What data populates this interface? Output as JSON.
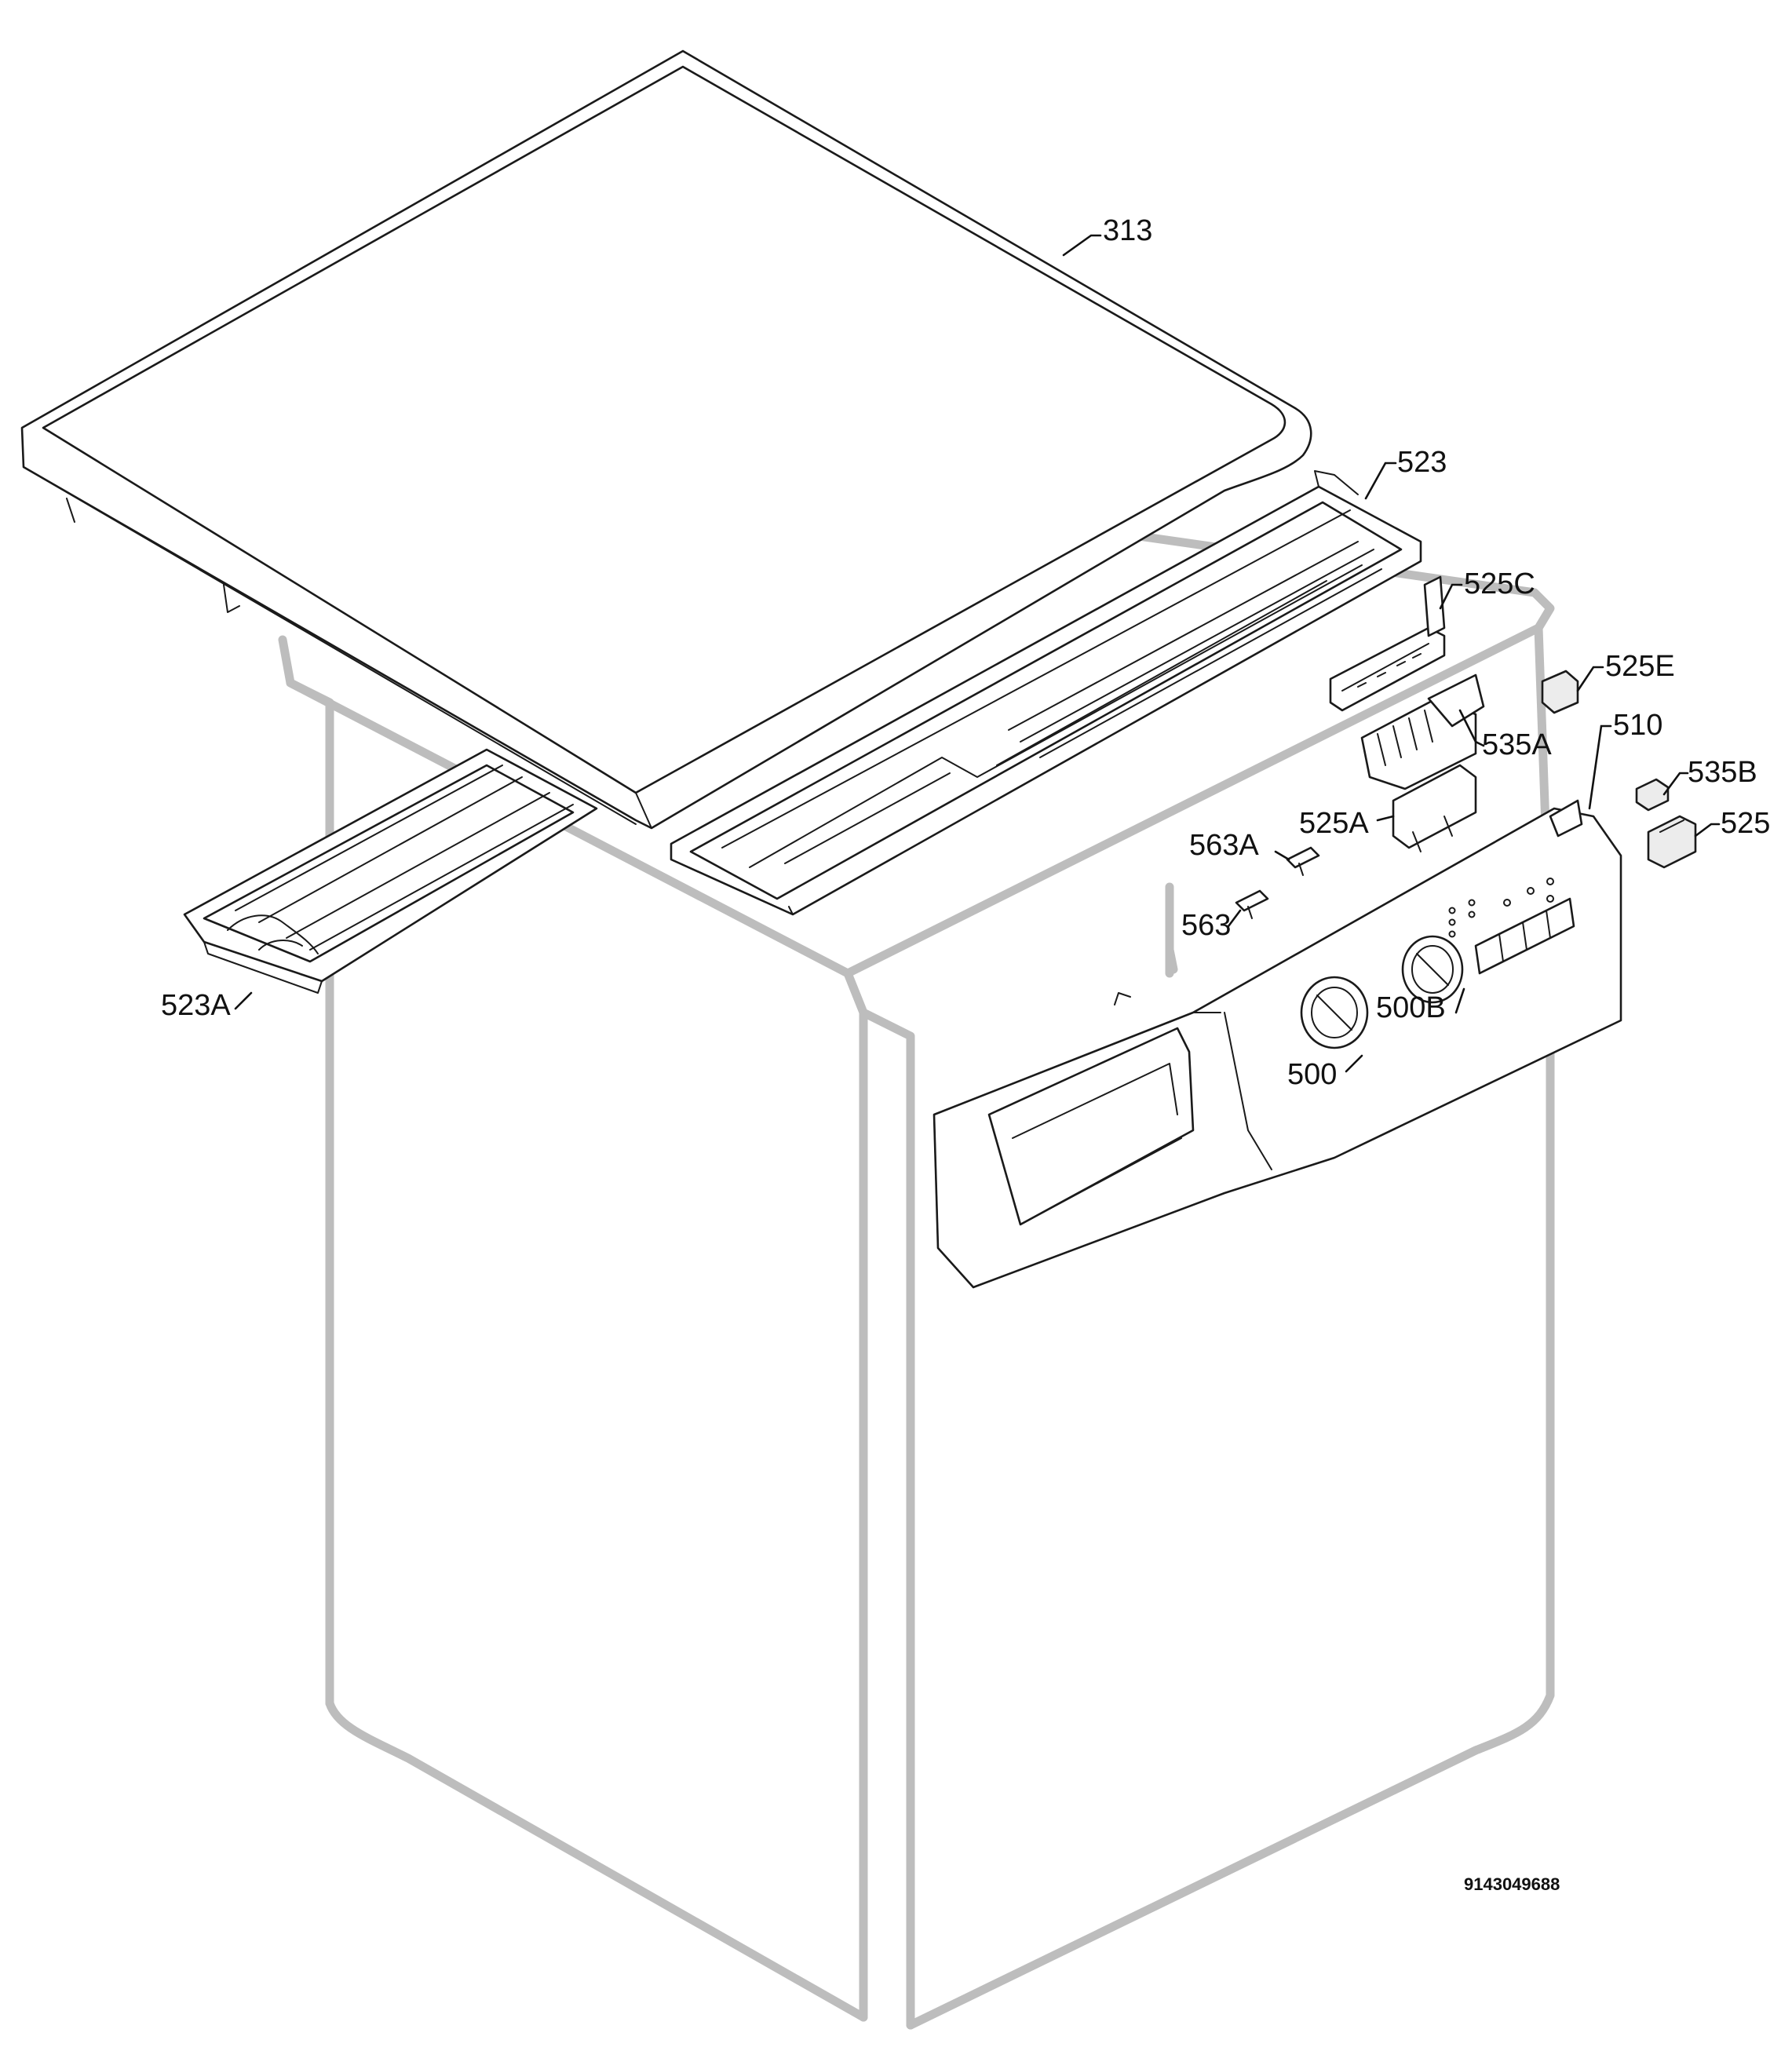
{
  "diagram": {
    "callouts": [
      {
        "id": "313",
        "text": "313"
      },
      {
        "id": "523",
        "text": "523"
      },
      {
        "id": "525C",
        "text": "525C"
      },
      {
        "id": "525E",
        "text": "525E"
      },
      {
        "id": "535A",
        "text": "535A"
      },
      {
        "id": "510",
        "text": "510"
      },
      {
        "id": "535B",
        "text": "535B"
      },
      {
        "id": "525",
        "text": "525"
      },
      {
        "id": "563A",
        "text": "563A"
      },
      {
        "id": "525A",
        "text": "525A"
      },
      {
        "id": "563",
        "text": "563"
      },
      {
        "id": "500B",
        "text": "500B"
      },
      {
        "id": "500",
        "text": "500"
      },
      {
        "id": "523A",
        "text": "523A"
      }
    ],
    "reference_code": "9143049688",
    "line_color": "#1a1a1a",
    "ghost_color": "#bdbdbd"
  }
}
